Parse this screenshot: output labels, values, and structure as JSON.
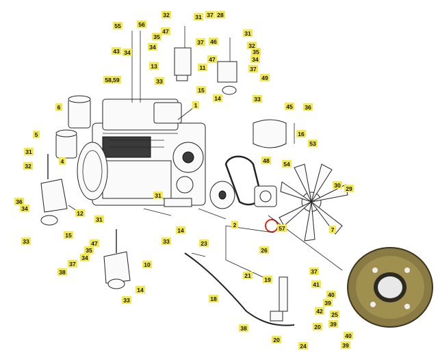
{
  "diagram": {
    "labels": [
      {
        "id": "l31a",
        "text": "31"
      },
      {
        "id": "l32a",
        "text": "32"
      },
      {
        "id": "l37a",
        "text": "37"
      },
      {
        "id": "l28a",
        "text": "28"
      },
      {
        "id": "l55",
        "text": "55"
      },
      {
        "id": "l56",
        "text": "56"
      },
      {
        "id": "l47a",
        "text": "47"
      },
      {
        "id": "l35a",
        "text": "35"
      },
      {
        "id": "l34a",
        "text": "34"
      },
      {
        "id": "l37b",
        "text": "37"
      },
      {
        "id": "l46",
        "text": "46"
      },
      {
        "id": "l31b",
        "text": "31"
      },
      {
        "id": "l43",
        "text": "43"
      },
      {
        "id": "l34b",
        "text": "34"
      },
      {
        "id": "l47b",
        "text": "47"
      },
      {
        "id": "l32b",
        "text": "32"
      },
      {
        "id": "l35b",
        "text": "35"
      },
      {
        "id": "l34c",
        "text": "34"
      },
      {
        "id": "l13",
        "text": "13"
      },
      {
        "id": "l11",
        "text": "11"
      },
      {
        "id": "l37c",
        "text": "37"
      },
      {
        "id": "l49",
        "text": "49"
      },
      {
        "id": "l5859",
        "text": "58,59"
      },
      {
        "id": "l33a",
        "text": "33"
      },
      {
        "id": "l15a",
        "text": "15"
      },
      {
        "id": "l14a",
        "text": "14"
      },
      {
        "id": "l33b",
        "text": "33"
      },
      {
        "id": "l6",
        "text": "6"
      },
      {
        "id": "l1",
        "text": "1"
      },
      {
        "id": "l45",
        "text": "45"
      },
      {
        "id": "l36a",
        "text": "36"
      },
      {
        "id": "l5",
        "text": "5"
      },
      {
        "id": "l16",
        "text": "16"
      },
      {
        "id": "l53",
        "text": "53"
      },
      {
        "id": "l31c",
        "text": "31"
      },
      {
        "id": "l4",
        "text": "4"
      },
      {
        "id": "l48",
        "text": "48"
      },
      {
        "id": "l54",
        "text": "54"
      },
      {
        "id": "l32c",
        "text": "32"
      },
      {
        "id": "l30",
        "text": "30"
      },
      {
        "id": "l29",
        "text": "29"
      },
      {
        "id": "l36b",
        "text": "36"
      },
      {
        "id": "l34d",
        "text": "34"
      },
      {
        "id": "l12",
        "text": "12"
      },
      {
        "id": "l31d",
        "text": "31"
      },
      {
        "id": "l2",
        "text": "2"
      },
      {
        "id": "l57",
        "text": "57"
      },
      {
        "id": "l7",
        "text": "7"
      },
      {
        "id": "l33c",
        "text": "33"
      },
      {
        "id": "l15b",
        "text": "15"
      },
      {
        "id": "l31e",
        "text": "31"
      },
      {
        "id": "l14b",
        "text": "14"
      },
      {
        "id": "l33d",
        "text": "33"
      },
      {
        "id": "l26",
        "text": "26"
      },
      {
        "id": "l35c",
        "text": "35"
      },
      {
        "id": "l47c",
        "text": "47"
      },
      {
        "id": "l34e",
        "text": "34"
      },
      {
        "id": "l37d",
        "text": "37"
      },
      {
        "id": "l10",
        "text": "10"
      },
      {
        "id": "l38a",
        "text": "38"
      },
      {
        "id": "l23",
        "text": "23"
      },
      {
        "id": "l21",
        "text": "21"
      },
      {
        "id": "l14c",
        "text": "14"
      },
      {
        "id": "l33e",
        "text": "33"
      },
      {
        "id": "l19",
        "text": "19"
      },
      {
        "id": "l37e",
        "text": "37"
      },
      {
        "id": "l41",
        "text": "41"
      },
      {
        "id": "l40a",
        "text": "40"
      },
      {
        "id": "l39a",
        "text": "39"
      },
      {
        "id": "l18",
        "text": "18"
      },
      {
        "id": "l42",
        "text": "42"
      },
      {
        "id": "l25",
        "text": "25"
      },
      {
        "id": "l20a",
        "text": "20"
      },
      {
        "id": "l39b",
        "text": "39"
      },
      {
        "id": "l38b",
        "text": "38"
      },
      {
        "id": "l20b",
        "text": "20"
      },
      {
        "id": "l40b",
        "text": "40"
      },
      {
        "id": "l24",
        "text": "24"
      },
      {
        "id": "l39c",
        "text": "39"
      }
    ]
  },
  "colors": {
    "label_fill": "#f3e94a",
    "highlight_ring": "#d9261c",
    "plate": "#8a7b45"
  }
}
